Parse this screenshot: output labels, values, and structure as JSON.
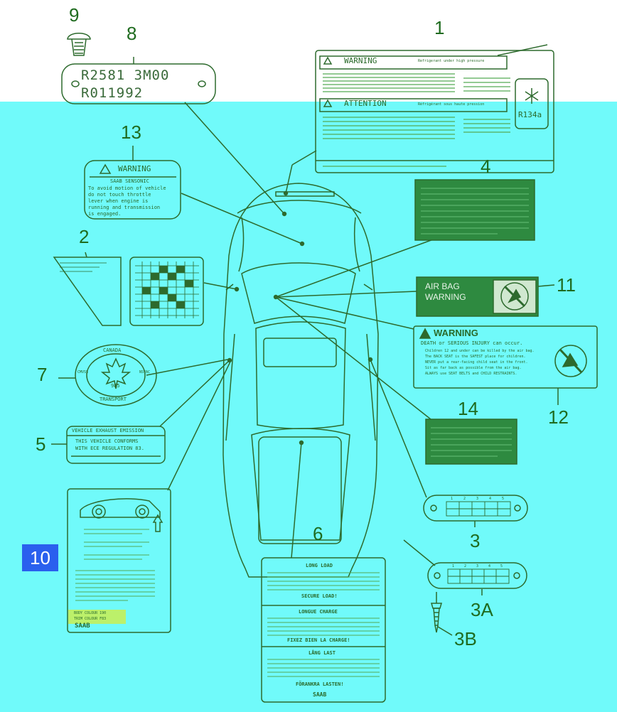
{
  "callouts": {
    "n1": "1",
    "n2": "2",
    "n3": "3",
    "n3a": "3A",
    "n3b": "3B",
    "n4": "4",
    "n5": "5",
    "n6": "6",
    "n7": "7",
    "n8": "8",
    "n9": "9",
    "n10": "10",
    "n11": "11",
    "n12": "12",
    "n13": "13",
    "n14": "14"
  },
  "plate8": {
    "line1": "R2581 3M00",
    "line2": "R011992"
  },
  "label1": {
    "warning": "WARNING",
    "warning_note": "Refrigerant under high pressure",
    "attention": "ATTENTION",
    "attention_note": "Réfrigérant sous haute pression",
    "refrigerant": "R134a"
  },
  "label13": {
    "title": "WARNING",
    "brand": "SAAB SENSONIC",
    "lines": [
      "To avoid motion of vehicle",
      "do not touch throttle",
      "lever when engine is",
      "running and transmission",
      "is engaged."
    ]
  },
  "label11": {
    "line1": "AIR BAG",
    "line2": "WARNING"
  },
  "label12": {
    "title": "WARNING",
    "lead": "DEATH or SERIOUS INJURY can occur.",
    "bullets": [
      "Children 12 and under can be killed by the air bag.",
      "The BACK SEAT is the SAFEST place for children.",
      "NEVER put a rear-facing child seat in the front.",
      "Sit as far back as possible from the air bag.",
      "ALWAYS use SEAT BELTS and CHILD RESTRAINTS."
    ]
  },
  "label7": {
    "top": "CANADA",
    "left": "CMVSS",
    "right": "NSVAC",
    "bottom": "TRANSPORT",
    "code": "985"
  },
  "label5": {
    "title": "VEHICLE EXHAUST EMISSION",
    "line1": "THIS VEHICLE CONFORMS",
    "line2": "WITH ECE REGULATION 83."
  },
  "label10": {
    "colour1": "BODY COLOUR 190",
    "colour2": "TRIM COLOUR F83",
    "brand": "SAAB"
  },
  "label6": {
    "s1": "LONG LOAD",
    "s2": "SECURE LOAD!",
    "s3": "LONGUE CHARGE",
    "s4": "FIXEZ BIEN LA CHARGE!",
    "s5": "LÅNG LAST",
    "s6": "FÖRANKRA LASTEN!",
    "brand": "SAAB"
  },
  "plate3": {
    "cols": [
      "1",
      "2",
      "3",
      "4",
      "5"
    ]
  },
  "plate3a": {
    "cols": [
      "1",
      "2",
      "3",
      "4",
      "5"
    ]
  }
}
